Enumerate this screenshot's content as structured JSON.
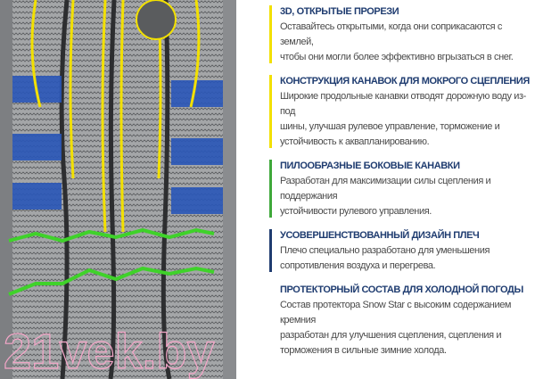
{
  "colors": {
    "yellow": "#f2e000",
    "blue": "#2a57b8",
    "green": "#3fd22a",
    "navy": "#1f3c70",
    "title": "#1f3c70",
    "text": "#4a4a4a"
  },
  "features": [
    {
      "title": "3D, ОТКРЫТЫЕ ПРОРЕЗИ",
      "lines": [
        "Оставайтесь открытыми, когда они соприкасаются с землей,",
        "чтобы они могли более эффективно вгрызаться в снег."
      ],
      "accent": "#f2e000"
    },
    {
      "title": "КОНСТРУКЦИЯ КАНАВОК ДЛЯ МОКРОГО СЦЕПЛЕНИЯ",
      "lines": [
        "Широкие продольные канавки отводят дорожную воду из-под",
        "шины, улучшая рулевое управление, торможение и",
        "устойчивость к аквапланированию."
      ],
      "accent": "#f2e000"
    },
    {
      "title": "ПИЛООБРАЗНЫЕ БОКОВЫЕ КАНАВКИ",
      "lines": [
        "Разработан для максимизации силы сцепления и поддержания",
        "устойчивости рулевого управления."
      ],
      "accent": "#3fa83a"
    },
    {
      "title": "УСОВЕРШЕНСТВОВАННЫЙ ДИЗАЙН ПЛЕЧ",
      "lines": [
        "Плечо специально разработано для уменьшения",
        "сопротивления воздуха и перегрева."
      ],
      "accent": "#1f3c70"
    },
    {
      "title": "ПРОТЕКТОРНЫЙ СОСТАВ ДЛЯ ХОЛОДНОЙ ПОГОДЫ",
      "lines": [
        "Состав протектора Snow Star с высоким содержанием кремния",
        "разработан для улучшения сцепления, сцепления и",
        "торможения в сильные зимние холода."
      ],
      "accent": ""
    }
  ],
  "watermark": "21vek.by"
}
